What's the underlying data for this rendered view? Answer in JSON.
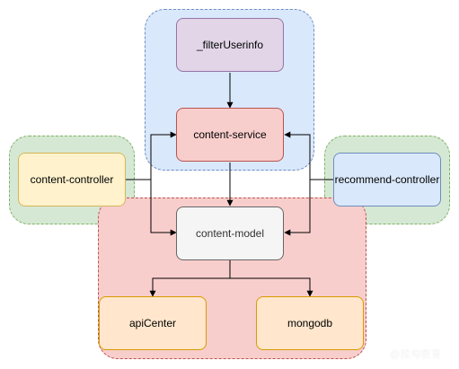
{
  "colors": {
    "group_service_fill": "#dae8fc",
    "group_service_border": "#6c8ebf",
    "group_controller_fill": "#d5e8d4",
    "group_controller_border": "#82b366",
    "group_model_fill": "#f8cecc",
    "group_model_border": "#b85450",
    "purple_fill": "#e1d5e7",
    "purple_border": "#9673a6",
    "red_fill": "#f8cecc",
    "red_border": "#b85450",
    "yellow_fill": "#fff2cc",
    "yellow_border": "#d6b656",
    "blue_fill": "#dae8fc",
    "blue_border": "#6c8ebf",
    "grey_fill": "#f5f5f5",
    "grey_border": "#666666",
    "orange_fill": "#ffe6cc",
    "orange_border": "#d79b00",
    "edge": "#000000"
  },
  "nodes": {
    "filter_userinfo": "_filterUserinfo",
    "content_service": "content-service",
    "content_controller": "content-controller",
    "recommend_controller": "recommend-controller",
    "content_model": "content-model",
    "api_center": "apiCenter",
    "mongodb": "mongodb"
  },
  "edges": [
    {
      "from": "_filterUserinfo",
      "to": "content-service"
    },
    {
      "from": "content-service",
      "to": "content-model"
    },
    {
      "from": "content-controller",
      "to": "content-service"
    },
    {
      "from": "content-controller",
      "to": "content-model"
    },
    {
      "from": "recommend-controller",
      "to": "content-service"
    },
    {
      "from": "recommend-controller",
      "to": "content-model"
    },
    {
      "from": "content-model",
      "to": "apiCenter"
    },
    {
      "from": "content-model",
      "to": "mongodb"
    }
  ],
  "watermark": "@拉勾教育"
}
